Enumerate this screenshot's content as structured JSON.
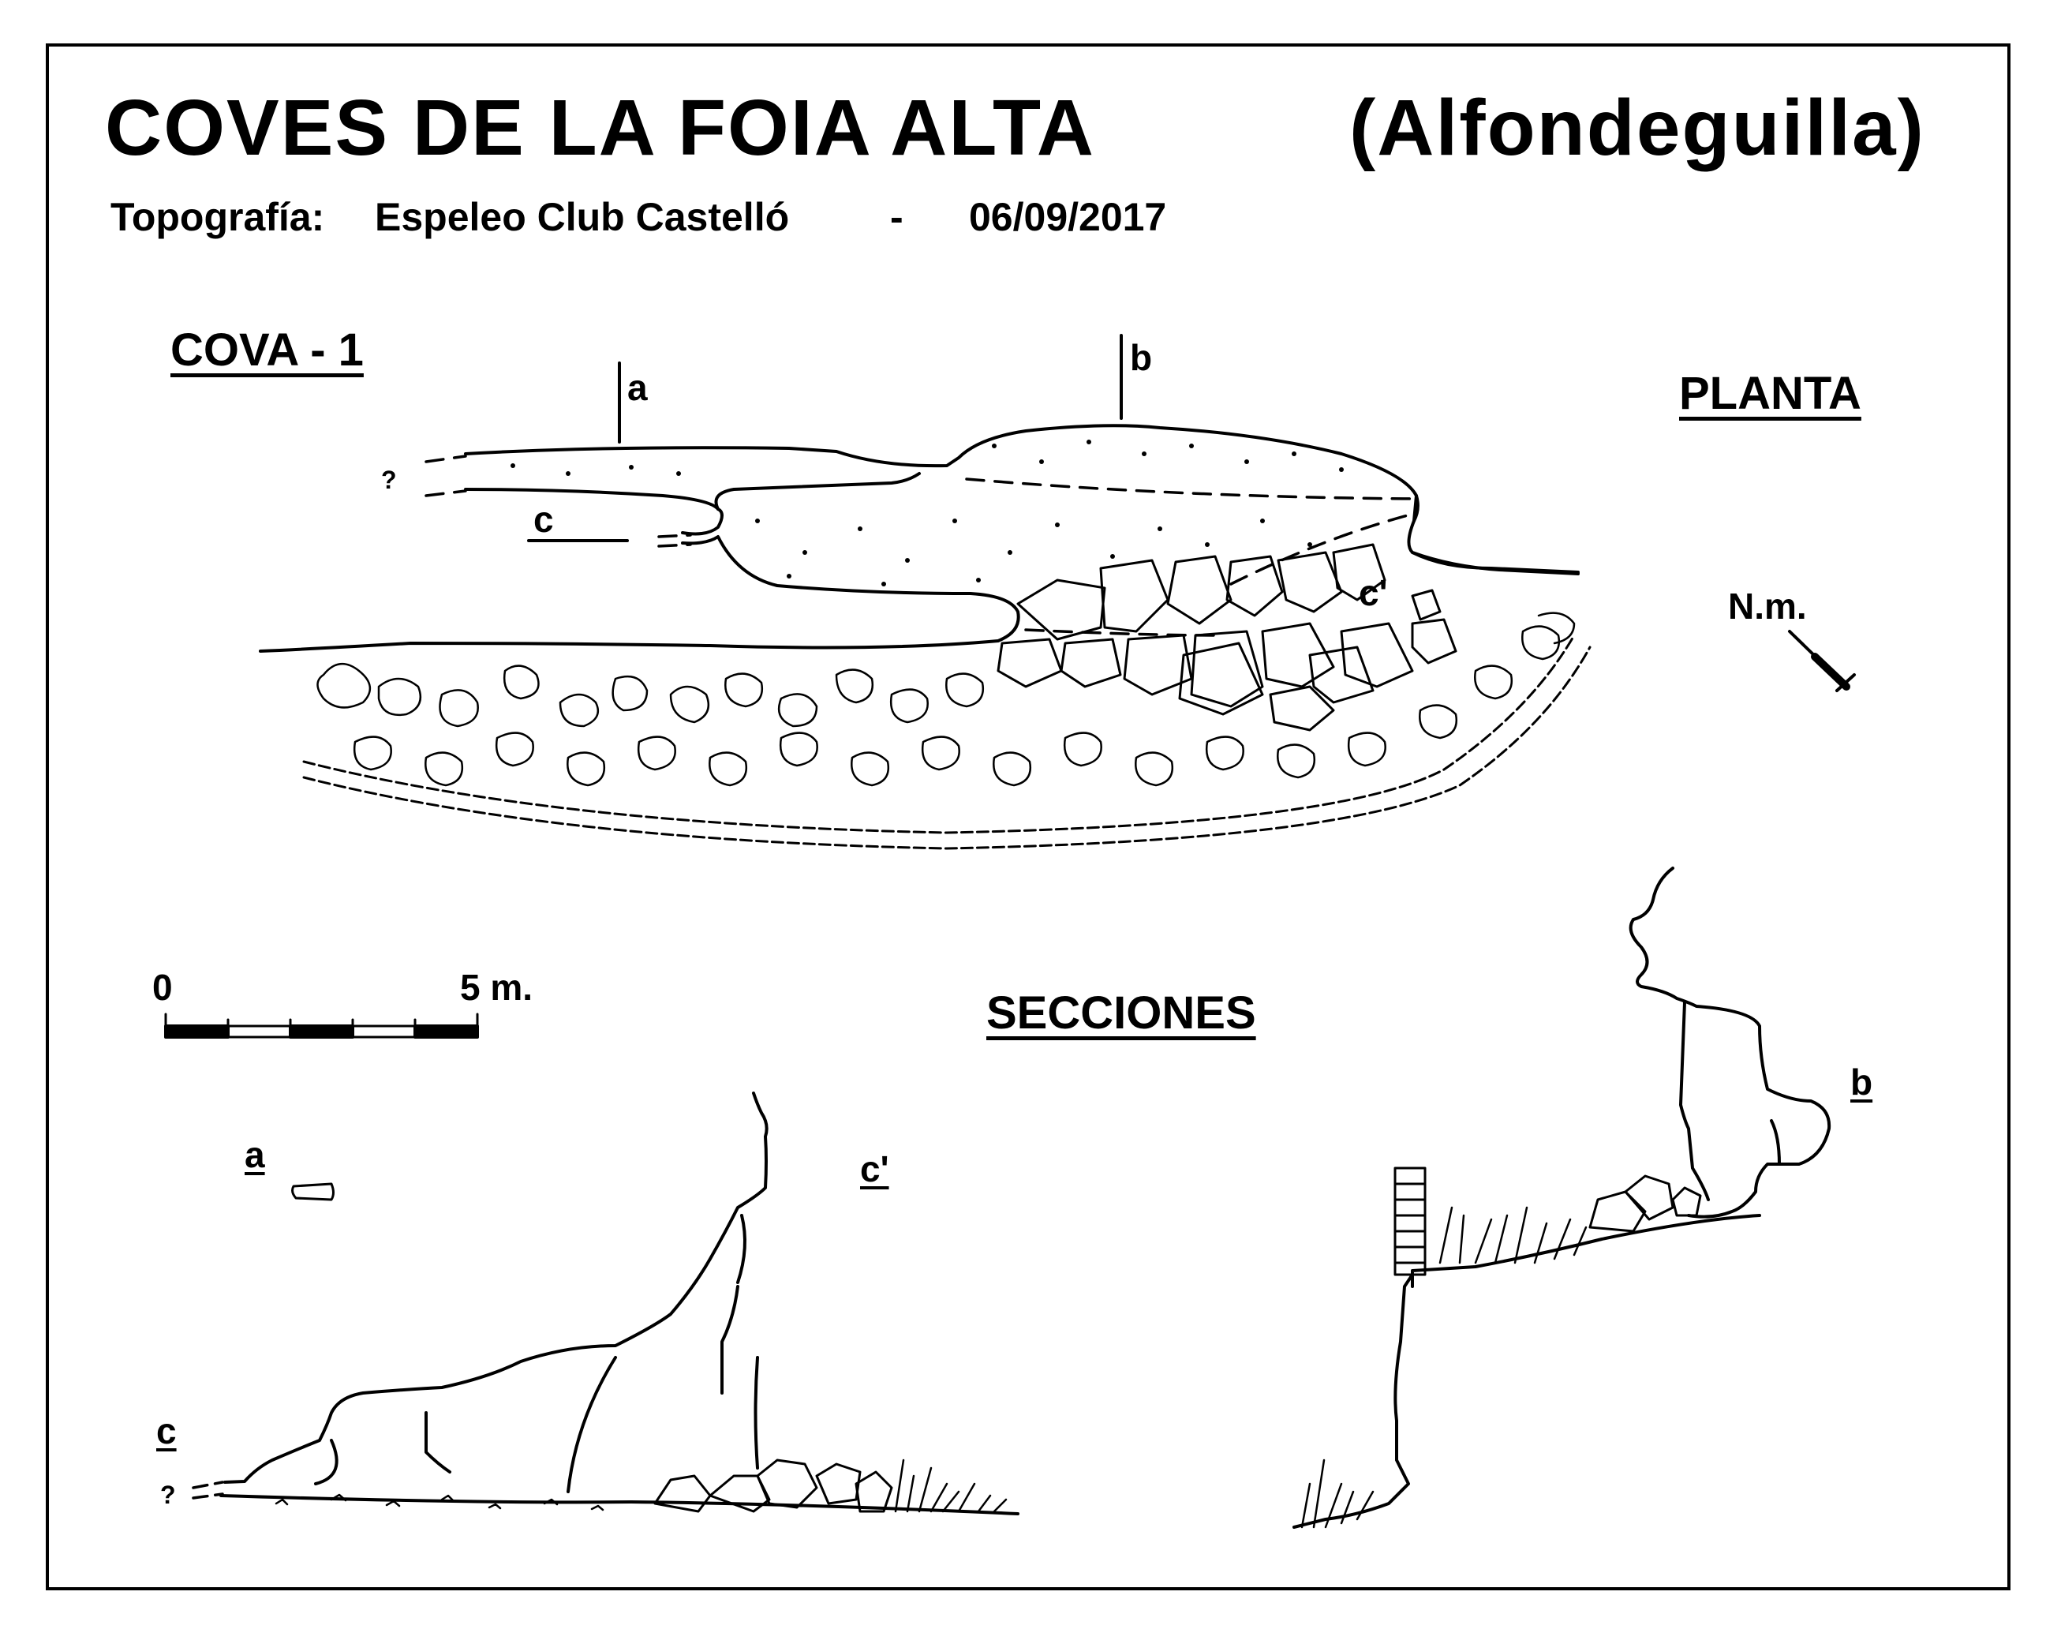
{
  "title": {
    "name": "COVES  DE  LA  FOIA  ALTA",
    "location": "(Alfondeguilla)"
  },
  "credits": {
    "label": "Topografía:",
    "club": "Espeleo Club Castelló",
    "separator": "-",
    "date": "06/09/2017"
  },
  "cave_name": "COVA - 1",
  "plan": {
    "heading": "PLANTA",
    "north_label": "N.m.",
    "section_marks": {
      "a": "a",
      "b": "b",
      "c": "c",
      "c_prime": "c'"
    },
    "unknown_mark": "?"
  },
  "scale": {
    "start": "0",
    "end": "5 m."
  },
  "sections": {
    "heading": "SECCIONES",
    "labels": {
      "a": "a",
      "c_prime": "c'",
      "c": "c",
      "b": "b"
    },
    "unknown_mark": "?"
  },
  "colors": {
    "ink": "#000000",
    "paper": "#ffffff"
  }
}
